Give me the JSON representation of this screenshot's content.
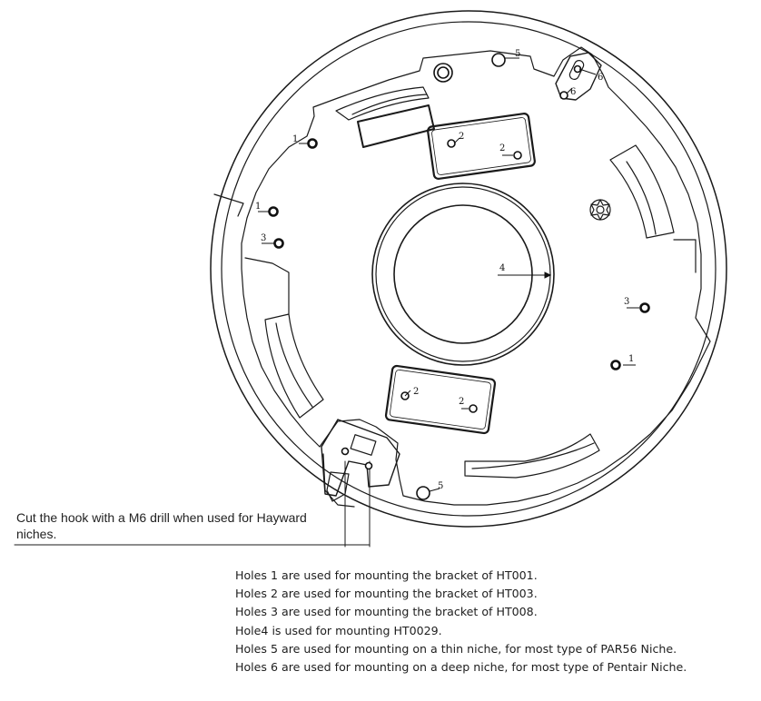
{
  "callout": {
    "line1": "Cut the hook with a M6 drill when used for Hayward",
    "line2": "niches."
  },
  "notes": [
    "Holes 1 are used for mounting the bracket of HT001.",
    "Holes 2 are used for mounting the bracket of HT003.",
    "Holes 3 are used for mounting the bracket of HT008.",
    "Hole4 is used for mounting HT0029.",
    "Holes 5 are used for mounting on a thin niche, for most type of PAR56 Niche.",
    "Holes 6 are used for mounting on a deep niche, for most type of Pentair Niche."
  ],
  "hole_labels": {
    "h1": "1",
    "h2": "2",
    "h3": "3",
    "h4": "4",
    "h5": "5",
    "h6": "6"
  }
}
